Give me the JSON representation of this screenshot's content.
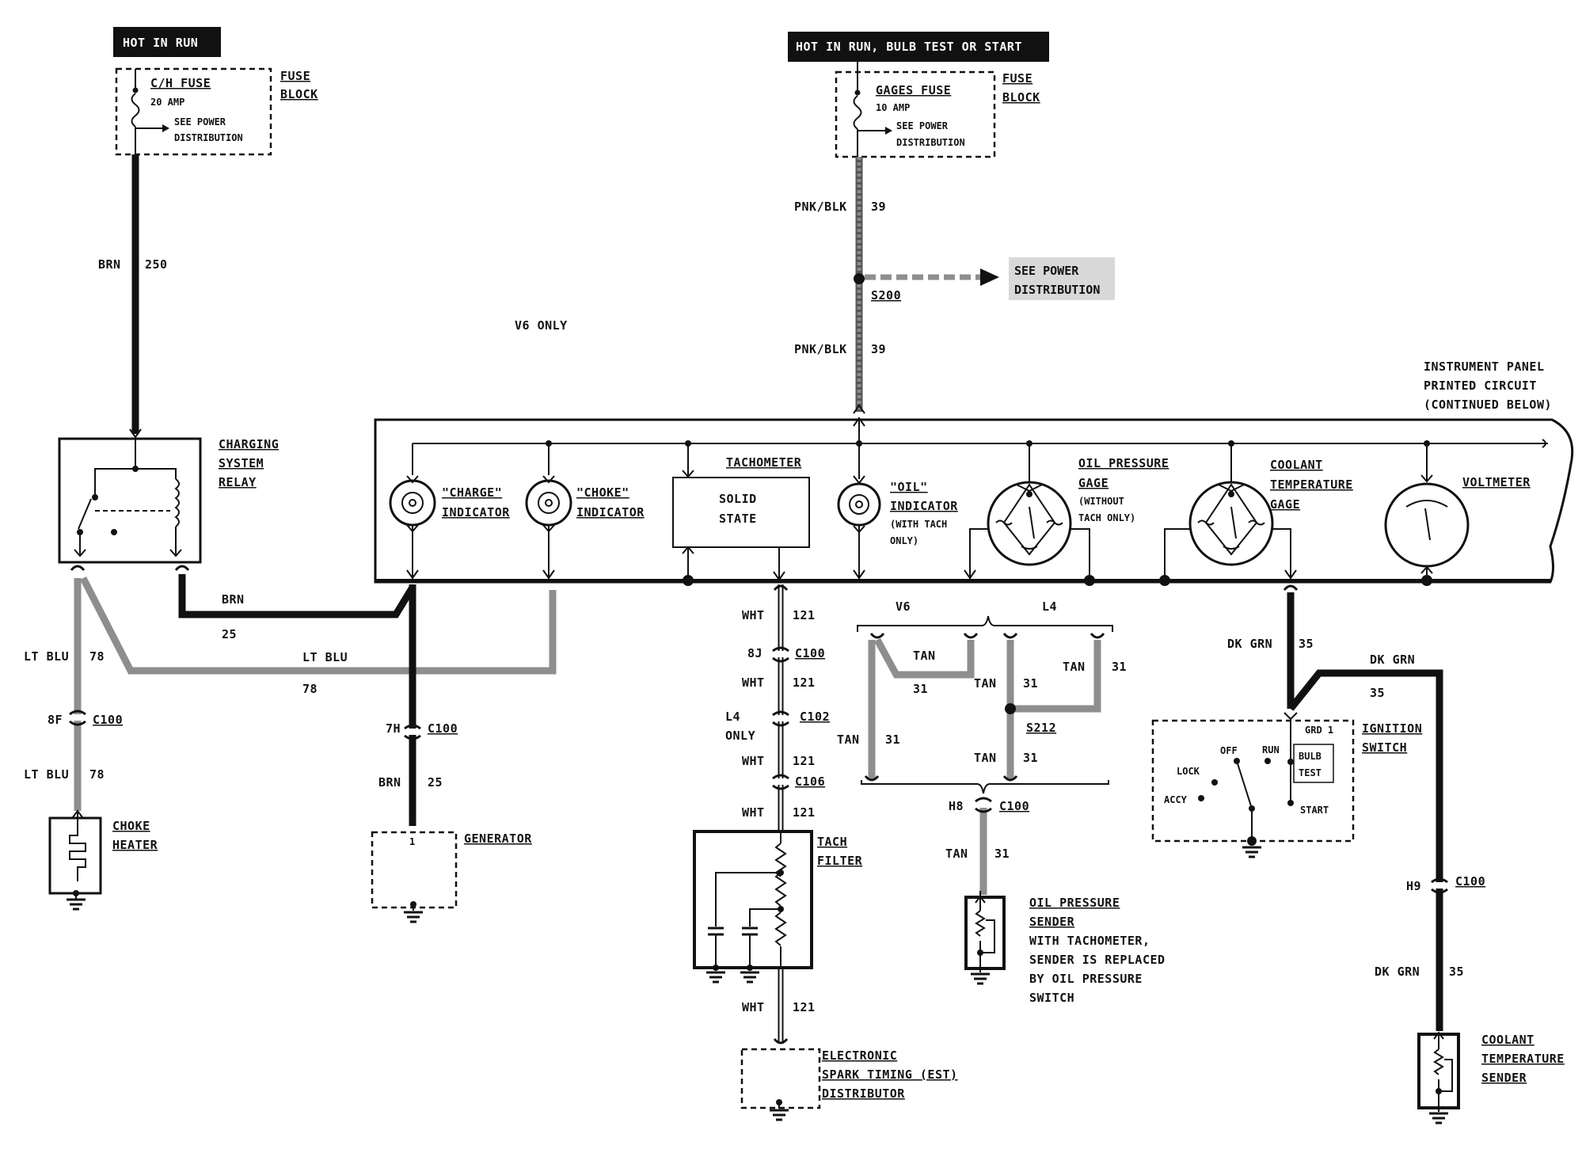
{
  "banners": {
    "left_hot": "HOT IN RUN",
    "right_hot": "HOT IN RUN,   BULB TEST OR START"
  },
  "fuses": {
    "ch": {
      "name": "C/H FUSE",
      "rating": "20 AMP",
      "see_line1": "SEE POWER",
      "see_line2": "DISTRIBUTION"
    },
    "gages": {
      "name": "GAGES FUSE",
      "rating": "10 AMP",
      "see_line1": "SEE POWER",
      "see_line2": "DISTRIBUTION"
    },
    "block_line1": "FUSE",
    "block_line2": "BLOCK"
  },
  "see_power_right": {
    "line1": "SEE POWER",
    "line2": "DISTRIBUTION"
  },
  "wires": {
    "brn_250": {
      "color": "BRN",
      "num": "250"
    },
    "pnk_39_a": {
      "color": "PNK/BLK",
      "num": "39"
    },
    "pnk_39_b": {
      "color": "PNK/BLK",
      "num": "39"
    },
    "s200": "S200",
    "brn_25": {
      "color": "BRN",
      "num": "25"
    },
    "ltblu_78_h": {
      "color": "LT BLU",
      "num": "78"
    },
    "ltblu_78_a": {
      "color": "LT BLU",
      "num": "78"
    },
    "ltblu_78_b": {
      "color": "LT BLU",
      "num": "78"
    },
    "brn_25_gen": {
      "color": "BRN",
      "num": "25"
    },
    "wht_121": [
      {
        "color": "WHT",
        "num": "121"
      },
      {
        "color": "WHT",
        "num": "121"
      },
      {
        "color": "WHT",
        "num": "121"
      },
      {
        "color": "WHT",
        "num": "121"
      },
      {
        "color": "WHT",
        "num": "121"
      }
    ],
    "dkgrn_35_a": {
      "color": "DK GRN",
      "num": "35"
    },
    "dkgrn_35_b": {
      "color": "DK GRN",
      "num": "35"
    },
    "dkgrn_35_c": {
      "color": "DK GRN",
      "num": "35"
    },
    "tan_31": [
      {
        "color": "TAN",
        "num": "31"
      },
      {
        "color": "TAN",
        "num": "31"
      },
      {
        "color": "TAN",
        "num": "31"
      },
      {
        "color": "TAN",
        "num": "31"
      },
      {
        "color": "TAN",
        "num": "31"
      },
      {
        "color": "TAN",
        "num": "31"
      }
    ],
    "s212": "S212",
    "v6": "V6",
    "l4": "L4"
  },
  "connectors": {
    "c100_8f": {
      "pin": "8F",
      "name": "C100"
    },
    "c100_7h": {
      "pin": "7H",
      "name": "C100"
    },
    "c100_8j": {
      "pin": "8J",
      "name": "C100"
    },
    "c102": {
      "pin_line1": "L4",
      "pin_line2": "ONLY",
      "name": "C102"
    },
    "c106": {
      "name": "C106"
    },
    "c100_h8": {
      "pin": "H8",
      "name": "C100"
    },
    "c100_h9": {
      "pin": "H9",
      "name": "C100"
    }
  },
  "v6_only": "V6 ONLY",
  "panel": {
    "title_line1": "INSTRUMENT PANEL",
    "title_line2": "PRINTED CIRCUIT",
    "title_line3": "(CONTINUED BELOW)"
  },
  "components": {
    "relay": {
      "line1": "CHARGING",
      "line2": "SYSTEM",
      "line3": "RELAY"
    },
    "charge": {
      "line1": "\"CHARGE\"",
      "line2": "INDICATOR"
    },
    "choke_ind": {
      "line1": "\"CHOKE\"",
      "line2": "INDICATOR"
    },
    "tach": {
      "title": "TACHOMETER",
      "line1": "SOLID",
      "line2": "STATE"
    },
    "oil_ind": {
      "line1": "\"OIL\"",
      "line2": "INDICATOR",
      "line3": "(WITH TACH",
      "line4": "ONLY)"
    },
    "oil_gage": {
      "line1": "OIL PRESSURE",
      "line2": "GAGE",
      "line3": "(WITHOUT",
      "line4": "TACH ONLY)"
    },
    "coolant_gage": {
      "line1": "COOLANT",
      "line2": "TEMPERATURE",
      "line3": "GAGE"
    },
    "voltmeter": "VOLTMETER",
    "choke_heater": {
      "line1": "CHOKE",
      "line2": "HEATER"
    },
    "generator": {
      "name": "GENERATOR",
      "pin": "1"
    },
    "tach_filter": {
      "line1": "TACH",
      "line2": "FILTER"
    },
    "est": {
      "line1": "ELECTRONIC",
      "line2": "SPARK TIMING (EST)",
      "line3": "DISTRIBUTOR"
    },
    "oil_sender": {
      "line1": "OIL PRESSURE",
      "line2": "SENDER",
      "line3": "WITH TACHOMETER,",
      "line4": "SENDER IS REPLACED",
      "line5": "BY OIL PRESSURE",
      "line6": "SWITCH"
    },
    "ignition": {
      "line1": "IGNITION",
      "line2": "SWITCH",
      "grd": "GRD 1",
      "off": "OFF",
      "run": "RUN",
      "lock": "LOCK",
      "accy": "ACCY",
      "bulb1": "BULB",
      "bulb2": "TEST",
      "start": "START"
    },
    "coolant_sender": {
      "line1": "COOLANT",
      "line2": "TEMPERATURE",
      "line3": "SENDER"
    }
  },
  "icons": [
    "fuse-icon",
    "ground-icon",
    "bulb-icon",
    "gauge-icon",
    "relay-coil-icon",
    "resistor-icon",
    "capacitor-icon",
    "arrow-icon"
  ],
  "colors": {
    "wire_black": "#111111",
    "wire_gray": "#8e8e8e",
    "banner_bg": "#111111"
  }
}
